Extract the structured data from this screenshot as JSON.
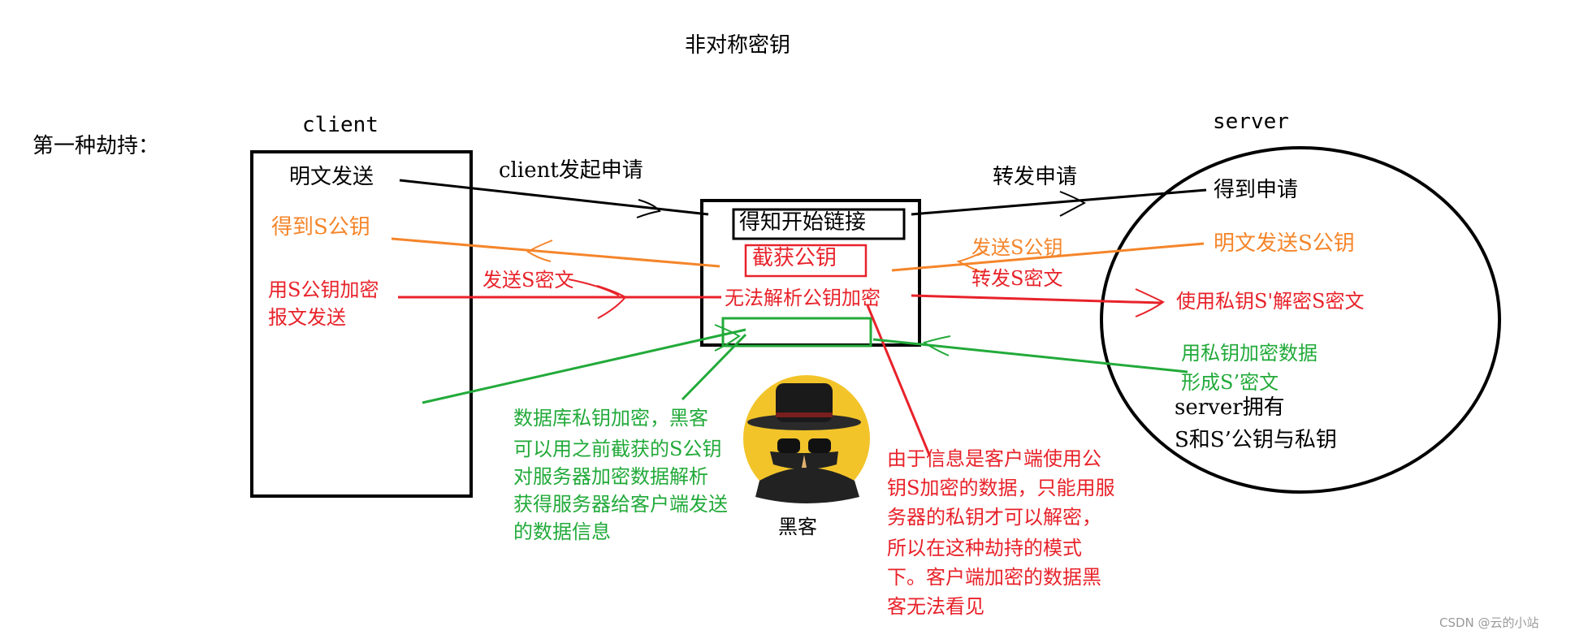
{
  "title": "非对称密钥",
  "scenario_label": "第一种劫持：",
  "client": {
    "label": "client",
    "send_plaintext": "明文发送",
    "got_key": "得到S公钥",
    "encrypt_line1": "用S公钥加密",
    "encrypt_line2": "报文发送"
  },
  "server": {
    "label": "server",
    "got_request": "得到申请",
    "send_key": "明文发送S公钥",
    "decrypt": "使用私钥S'解密S密文",
    "encrypt_line1": "用私钥加密数据",
    "encrypt_line2": "形成S’密文",
    "owns_line1": "server拥有",
    "owns_line2": "S和S’公钥与私钥"
  },
  "middle": {
    "start_link": "得知开始链接",
    "intercept_key": "截获公钥",
    "cannot_decrypt": "无法解析公钥加密"
  },
  "arrows": {
    "client_request": "client发起申请",
    "forward_request": "转发申请",
    "send_key": "发送S公钥",
    "send_ciphertext": "发送S密文",
    "forward_ciphertext": "转发S密文"
  },
  "notes": {
    "hacker_green": [
      "数据库私钥加密，黑客",
      "可以用之前截获的S公钥",
      "对服务器加密数据解析",
      "获得服务器给客户端发送",
      "的数据信息"
    ],
    "red_explain": [
      "由于信息是客户端使用公",
      "钥S加密的数据，只能用服",
      "务器的私钥才可以解密，",
      "所以在这种劫持的模式",
      "下。客户端加密的数据黑",
      "客无法看见"
    ]
  },
  "hacker_label": "黑客",
  "watermark": "CSDN @云的小站",
  "colors": {
    "black": "#000000",
    "red": "#e8222a",
    "orange": "#f5852a",
    "green": "#22aa3a",
    "hacker_bg": "#f2c42a"
  },
  "icons": {
    "hacker": "hacker-icon"
  }
}
